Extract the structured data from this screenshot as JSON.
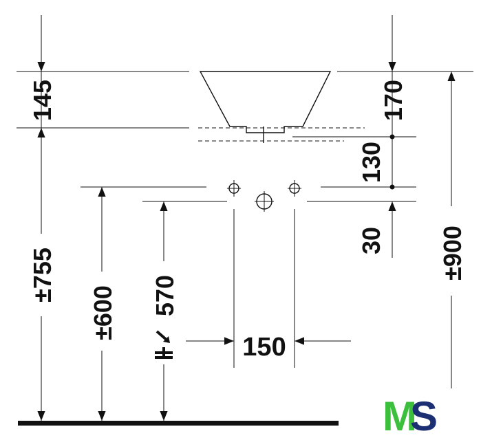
{
  "drawing": {
    "dimensions": {
      "bowl_height": "145",
      "bowl_height_right": "170",
      "overflow_gap": "130",
      "pipe_offset": "30",
      "height_755": "±755",
      "height_600": "±600",
      "height_570": "570",
      "height_900": "±900",
      "spacing_150": "150"
    },
    "logo": {
      "text": "MS",
      "color_m": "#3cbf3c",
      "color_s": "#1c2f73"
    }
  }
}
